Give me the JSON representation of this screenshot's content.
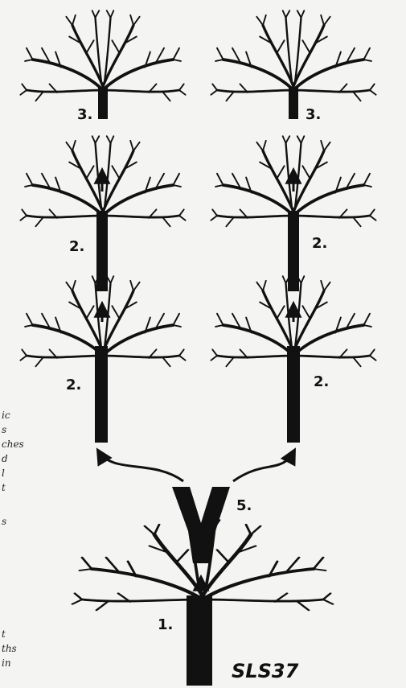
{
  "diagram": {
    "code": "SLS37",
    "labels": {
      "bottom_tree": "1.",
      "y_piece": "5.",
      "left_lower": "2.",
      "left_middle": "2.",
      "left_top": "3.",
      "right_lower": "2.",
      "right_middle": "2.",
      "right_top": "3."
    },
    "margin_fragments": [
      "ic",
      "s",
      "ches",
      "d",
      "l",
      "t",
      "s",
      "t",
      "ths",
      "in"
    ],
    "colors": {
      "ink": "#111111",
      "paper": "#f4f4f2"
    }
  }
}
